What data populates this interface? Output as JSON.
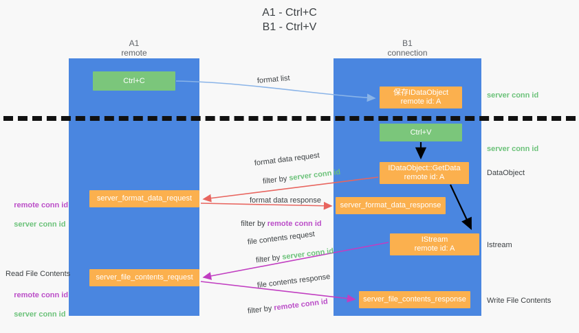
{
  "title": "A1 - Ctrl+C\nB1 - Ctrl+V",
  "columns": {
    "left": {
      "name": "A1",
      "role": "remote",
      "header": "A1\nremote"
    },
    "right": {
      "name": "B1",
      "role": "connection",
      "header": "B1\nconnection"
    }
  },
  "nodes": {
    "ctrl_c": {
      "label": "Ctrl+C",
      "color": "#7bc67b"
    },
    "save_idataobject": {
      "label": "保存IDataObject\nremote id: A",
      "color": "#fbb04e"
    },
    "ctrl_v": {
      "label": "Ctrl+V",
      "color": "#7bc67b"
    },
    "getdata": {
      "label": "IDataObject::GetData\nremote id: A",
      "color": "#fbb04e"
    },
    "server_format_data_request": {
      "label": "server_format_data_request",
      "color": "#fbb04e"
    },
    "server_format_data_response": {
      "label": "server_format_data_response",
      "color": "#fbb04e"
    },
    "istream": {
      "label": "IStream\nremote id: A",
      "color": "#fbb04e"
    },
    "server_file_contents_request": {
      "label": "server_file_contents_request",
      "color": "#fbb04e"
    },
    "server_file_contents_response": {
      "label": "server_file_contents_response",
      "color": "#fbb04e"
    }
  },
  "edge_labels": {
    "format_list": "format list",
    "format_data_request": "format data request",
    "format_data_request_filter_prefix": "filter by ",
    "format_data_request_filter_key": "server conn id",
    "format_data_response": "format data response",
    "format_data_response_filter_prefix": "filter by ",
    "format_data_response_filter_key": "remote conn id",
    "file_contents_request": "file contents request",
    "file_contents_request_filter_prefix": "filter by ",
    "file_contents_request_filter_key": "server conn id",
    "file_contents_response": "file contents response",
    "file_contents_response_filter_prefix": "filter by ",
    "file_contents_response_filter_key": "remote conn id"
  },
  "annotations": {
    "server_conn_id_top": "server conn id",
    "server_conn_id_mid": "server conn id",
    "data_object": "DataObject",
    "istream": "Istream",
    "write_file_contents": "Write File Contents",
    "left_remote_conn_id_1": "remote conn id",
    "left_server_conn_id_1": "server conn id",
    "read_file_contents": "Read File Contents",
    "left_remote_conn_id_2": "remote conn id",
    "left_server_conn_id_2": "server conn id"
  },
  "colors": {
    "lane": "#4a86e0",
    "green_node": "#7bc67b",
    "orange_node": "#fbb04e",
    "green_text": "#6cc27a",
    "purple_text": "#bb4ec8",
    "red_arrow": "#e8655f",
    "magenta_arrow": "#c13ec1",
    "blue_arrow": "#8ab4e8",
    "black_arrow": "#000000",
    "divider": "#111111",
    "background": "#f8f8f8"
  }
}
